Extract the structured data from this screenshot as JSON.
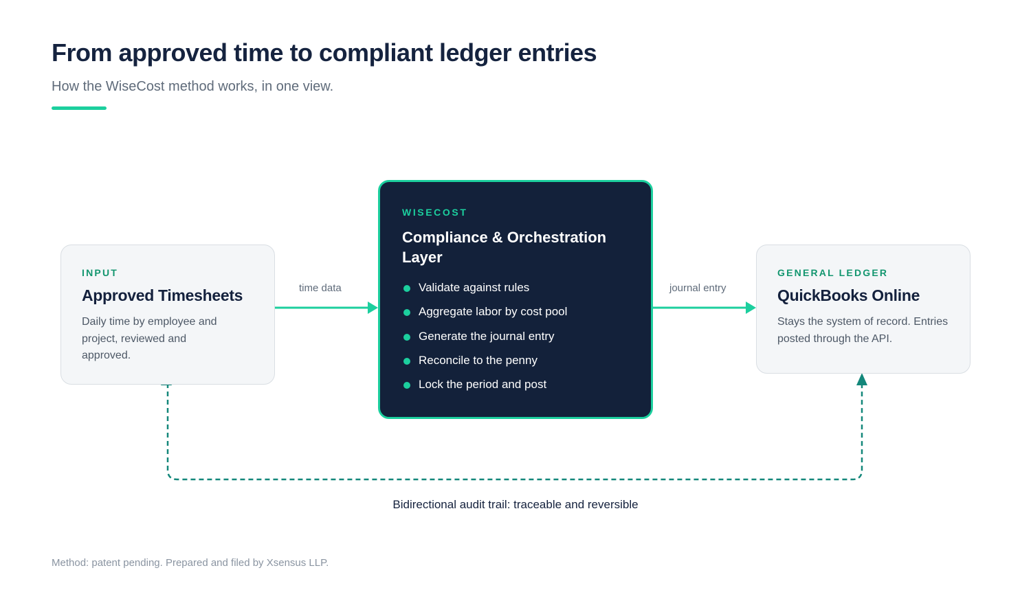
{
  "header": {
    "title": "From approved time to compliant ledger entries",
    "subtitle": "How the WiseCost method works, in one view."
  },
  "input_card": {
    "eyebrow": "INPUT",
    "title": "Approved Timesheets",
    "description": "Daily time by employee and project, reviewed and approved."
  },
  "core_card": {
    "eyebrow": "WISECOST",
    "title": "Compliance & Orchestration Layer",
    "steps": [
      "Validate against rules",
      "Aggregate labor by cost pool",
      "Generate the journal entry",
      "Reconcile to the penny",
      "Lock the period and post"
    ]
  },
  "ledger_card": {
    "eyebrow": "GENERAL LEDGER",
    "title": "QuickBooks Online",
    "description": "Stays the system of record. Entries posted through the API."
  },
  "flows": {
    "input_to_core": "time data",
    "core_to_ledger": "journal entry"
  },
  "audit_trail": {
    "caption": "Bidirectional audit trail: traceable and reversible"
  },
  "footer": {
    "note": "Method: patent pending. Prepared and filed by Xsensus LLP."
  },
  "colors": {
    "accent": "#1ccf9e",
    "navy": "#13213a",
    "audit_teal": "#13877a"
  }
}
